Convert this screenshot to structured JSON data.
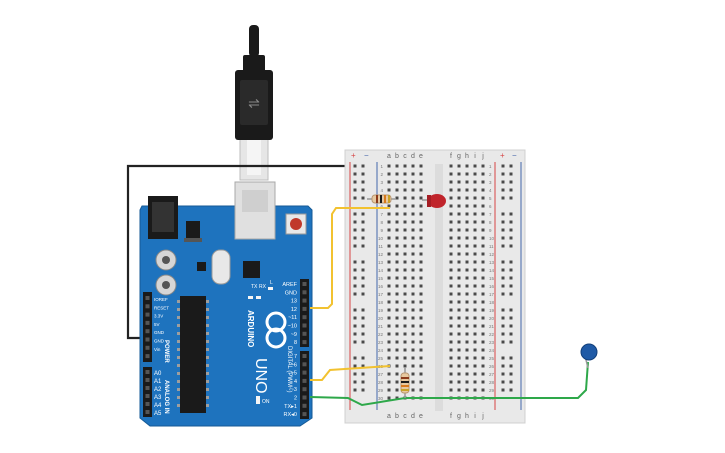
{
  "arduino": {
    "brand": "ARDUINO",
    "model": "UNO",
    "power_header": "POWER",
    "analog_header": "ANALOG IN",
    "digital_header": "DIGITAL (PWM~)",
    "on_label": "ON",
    "led_labels": [
      "L",
      "TX",
      "RX"
    ],
    "power_pins": [
      "IOREF",
      "RESET",
      "3.3V",
      "5V",
      "GND",
      "GND",
      "Vin"
    ],
    "analog_pins": [
      "A0",
      "A1",
      "A2",
      "A3",
      "A4",
      "A5"
    ],
    "digital_top_pins": [
      "AREF",
      "GND",
      "13",
      "12",
      "~11",
      "~10",
      "~9",
      "8"
    ],
    "digital_bottom_pins": [
      "7",
      "~6",
      "~5",
      "4",
      "~3",
      "2",
      "TX▸1",
      "RX◂0"
    ],
    "board_color": "#1E73BE"
  },
  "breadboard": {
    "plus": "+",
    "minus": "−",
    "cols_left": [
      "a",
      "b",
      "c",
      "d",
      "e"
    ],
    "cols_right": [
      "f",
      "g",
      "h",
      "i",
      "j"
    ],
    "rows": [
      "1",
      "2",
      "3",
      "4",
      "5",
      "6",
      "7",
      "8",
      "9",
      "10",
      "11",
      "12",
      "13",
      "14",
      "15",
      "16",
      "17",
      "18",
      "19",
      "20",
      "21",
      "22",
      "23",
      "24",
      "25",
      "26",
      "27",
      "28",
      "29",
      "30"
    ]
  },
  "components": {
    "led_color": "#C0242B",
    "capacitor_color": "#1F5AA6",
    "wire_yellow": "#F2C230",
    "wire_green": "#2EA84A",
    "wire_black": "#222222"
  }
}
